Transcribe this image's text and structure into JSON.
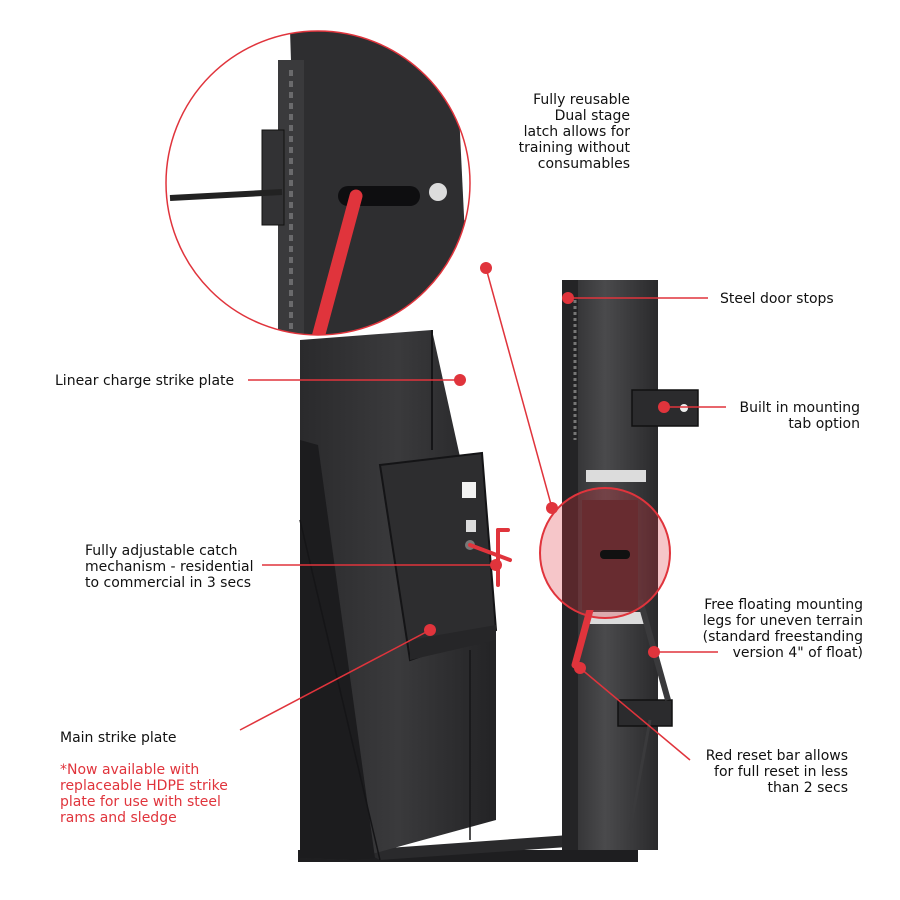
{
  "colors": {
    "accent": "#e0343c",
    "steel": "#2f2f31",
    "steel_dark": "#1f1f21",
    "background": "#ffffff"
  },
  "callouts": {
    "latch": "Fully reusable\nDual stage\nlatch allows for\ntraining without\nconsumables",
    "door_stops": "Steel door stops",
    "linear_charge": "Linear charge strike plate",
    "mounting_tab": "Built in mounting\ntab option",
    "catch_mechanism": "Fully adjustable catch\nmechanism - residential\nto commercial in 3 secs",
    "floating_legs": "Free floating mounting\nlegs for uneven terrain\n(standard freestanding\nversion 4\" of float)",
    "main_strike_plate": "Main strike plate",
    "main_strike_note": "*Now available with\nreplaceable HDPE strike\nplate for use with steel\nrams and sledge",
    "reset_bar": "Red reset bar allows\nfor full reset in less\nthan 2 secs"
  }
}
